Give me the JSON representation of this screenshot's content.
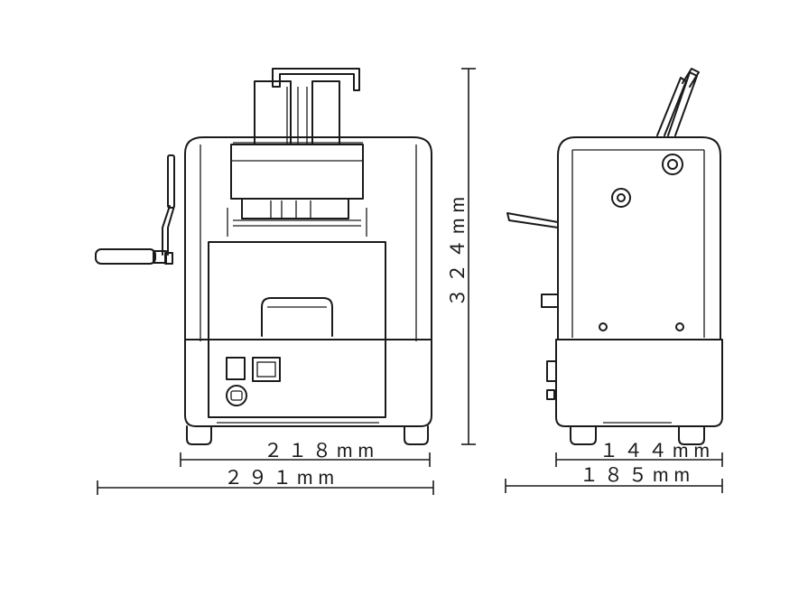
{
  "dimensions": {
    "front_body_width": "２１８mm",
    "front_overall_width": "２９１mm",
    "overall_height": "３２４mm",
    "side_body_depth": "１４４mm",
    "side_overall_depth": "１８５mm"
  }
}
